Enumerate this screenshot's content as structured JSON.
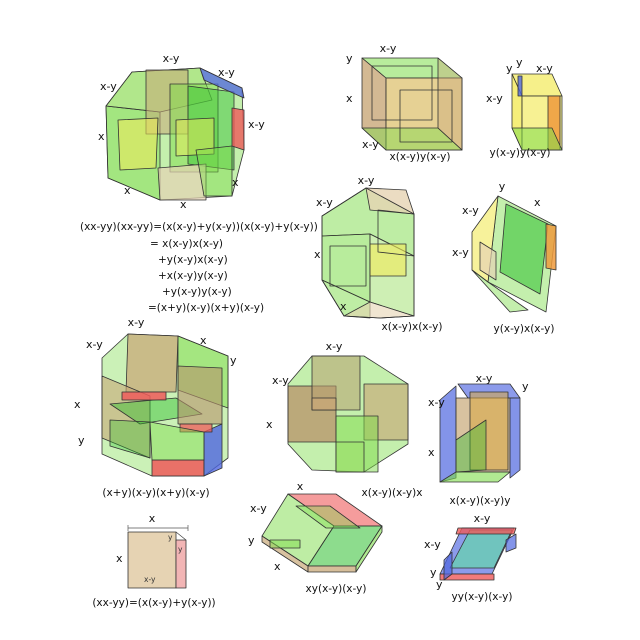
{
  "colors": {
    "green": "#7ddc4a",
    "dark_green": "#2fbf2f",
    "tan": "#c8a878",
    "beige": "#e6d3b3",
    "yellow": "#f2ea59",
    "red": "#ef5a5a",
    "blue": "#4f66e0",
    "orange": "#ee9a3c",
    "pink": "#f2b5b5",
    "edge": "#333333"
  },
  "main_diagram": {
    "labels": [
      "x-y",
      "x-y",
      "x-y",
      "x-y",
      "x",
      "x",
      "x",
      "x"
    ]
  },
  "equation": {
    "lines": [
      "(xx-yy)(xx-yy)=(x(x-y)+y(x-y))(x(x-y)+y(x-y))",
      "=  x(x-y)x(x-y)",
      "+y(x-y)x(x-y)",
      "+x(x-y)y(x-y)",
      "+y(x-y)y(x-y)",
      "=(x+y)(x-y)(x+y)(x-y)"
    ]
  },
  "box_xxyxy": {
    "labels": [
      "x-y",
      "y",
      "x",
      "x-y"
    ],
    "caption": "x(x-y)y(x-y)"
  },
  "box_yxyxy": {
    "labels": [
      "y",
      "y",
      "x-y",
      "x-y"
    ],
    "caption": "y(x-y)y(x-y)"
  },
  "cube_xxyxxy": {
    "labels": [
      "x-y",
      "x-y",
      "x",
      "x"
    ],
    "caption": "x(x-y)x(x-y)"
  },
  "cube_yxyxxy": {
    "labels": [
      "y",
      "x-y",
      "x",
      "x-y"
    ],
    "caption": "y(x-y)x(x-y)"
  },
  "big_cube": {
    "labels": [
      "x-y",
      "x-y",
      "x",
      "y",
      "x",
      "y"
    ],
    "caption": "(x+y)(x-y)(x+y)(x-y)"
  },
  "cube_xxyxyx": {
    "labels": [
      "x-y",
      "x-y",
      "x"
    ],
    "caption": "x(x-y)(x-y)x"
  },
  "box_xxyxyy": {
    "labels": [
      "x-y",
      "x-y",
      "y",
      "x"
    ],
    "caption": "x(x-y)(x-y)y"
  },
  "square": {
    "labels": [
      "x",
      "x",
      "y",
      "y",
      "x-y"
    ],
    "caption": "(xx-yy)=(x(x-y)+y(x-y))"
  },
  "flat_xy": {
    "labels": [
      "x",
      "x-y",
      "y",
      "x"
    ],
    "caption": "xy(x-y)(x-y)"
  },
  "flat_yy": {
    "labels": [
      "x-y",
      "x-y",
      "y",
      "y"
    ],
    "caption": "yy(x-y)(x-y)"
  }
}
